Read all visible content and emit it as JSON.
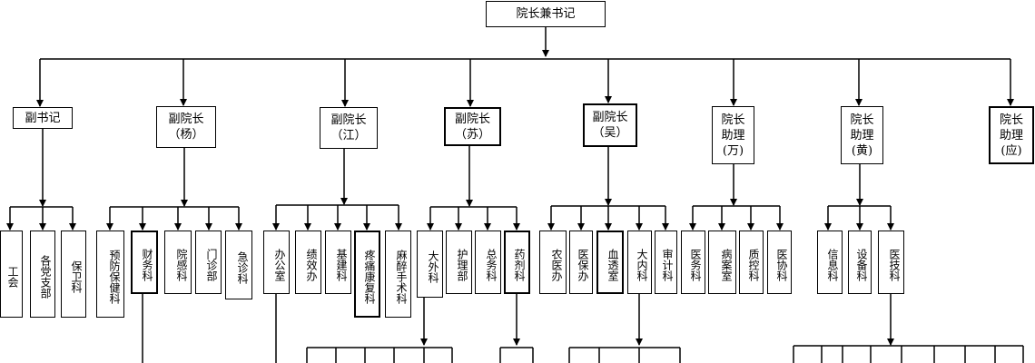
{
  "top": "院长兼书记",
  "leaders": [
    "副书记",
    "副院长\n（杨）",
    "副院长\n（江）",
    "副院长\n（苏）",
    "副院长\n（吴）",
    "院长\n助理\n(万)",
    "院长\n助理\n(黄)",
    "院长\n助理\n(应)"
  ],
  "departments": [
    "工会",
    "各党支部",
    "保卫科",
    "预防保健科",
    "财务科",
    "院感科",
    "门诊部",
    "急诊科",
    "办公室",
    "绩效办",
    "基建科",
    "疼痛康复科",
    "麻醉手术科",
    "大外科",
    "护理部",
    "总务科",
    "药剂科",
    "农医办",
    "医保办",
    "血透室",
    "大内科",
    "审计科",
    "医务科",
    "病案室",
    "质控科",
    "医协科",
    "信息科",
    "设备科",
    "医技科"
  ]
}
